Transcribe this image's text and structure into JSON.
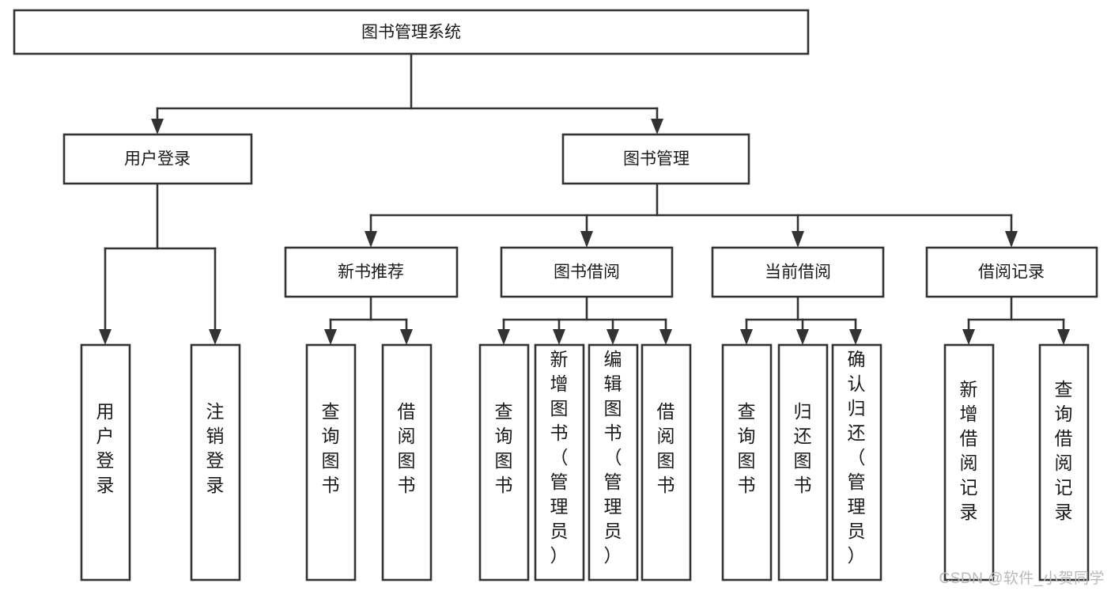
{
  "diagram": {
    "title": "图书管理系统",
    "type": "tree-hierarchy-diagram",
    "colors": {
      "box_stroke": "#333333",
      "box_fill": "#ffffff",
      "text": "#1a1a1a",
      "background": "#ffffff",
      "watermark": "#b9b9b9"
    },
    "root": {
      "label": "图书管理系统"
    },
    "level2": [
      {
        "label": "用户登录"
      },
      {
        "label": "图书管理"
      }
    ],
    "level3": [
      {
        "label": "新书推荐"
      },
      {
        "label": "图书借阅"
      },
      {
        "label": "当前借阅"
      },
      {
        "label": "借阅记录"
      }
    ],
    "leaves": {
      "user_login": [
        {
          "label": "用户登录"
        },
        {
          "label": "注销登录"
        }
      ],
      "new_book_recommend": [
        {
          "label": "查询图书"
        },
        {
          "label": "借阅图书"
        }
      ],
      "book_borrow": [
        {
          "label": "查询图书"
        },
        {
          "label": "新增图书（管理员）"
        },
        {
          "label": "编辑图书（管理员）"
        },
        {
          "label": "借阅图书"
        }
      ],
      "current_borrow": [
        {
          "label": "查询图书"
        },
        {
          "label": "归还图书"
        },
        {
          "label": "确认归还（管理员）"
        }
      ],
      "borrow_records": [
        {
          "label": "新增借阅记录"
        },
        {
          "label": "查询借阅记录"
        }
      ]
    }
  },
  "watermark": {
    "text": "CSDN @软件_小贺同学"
  }
}
